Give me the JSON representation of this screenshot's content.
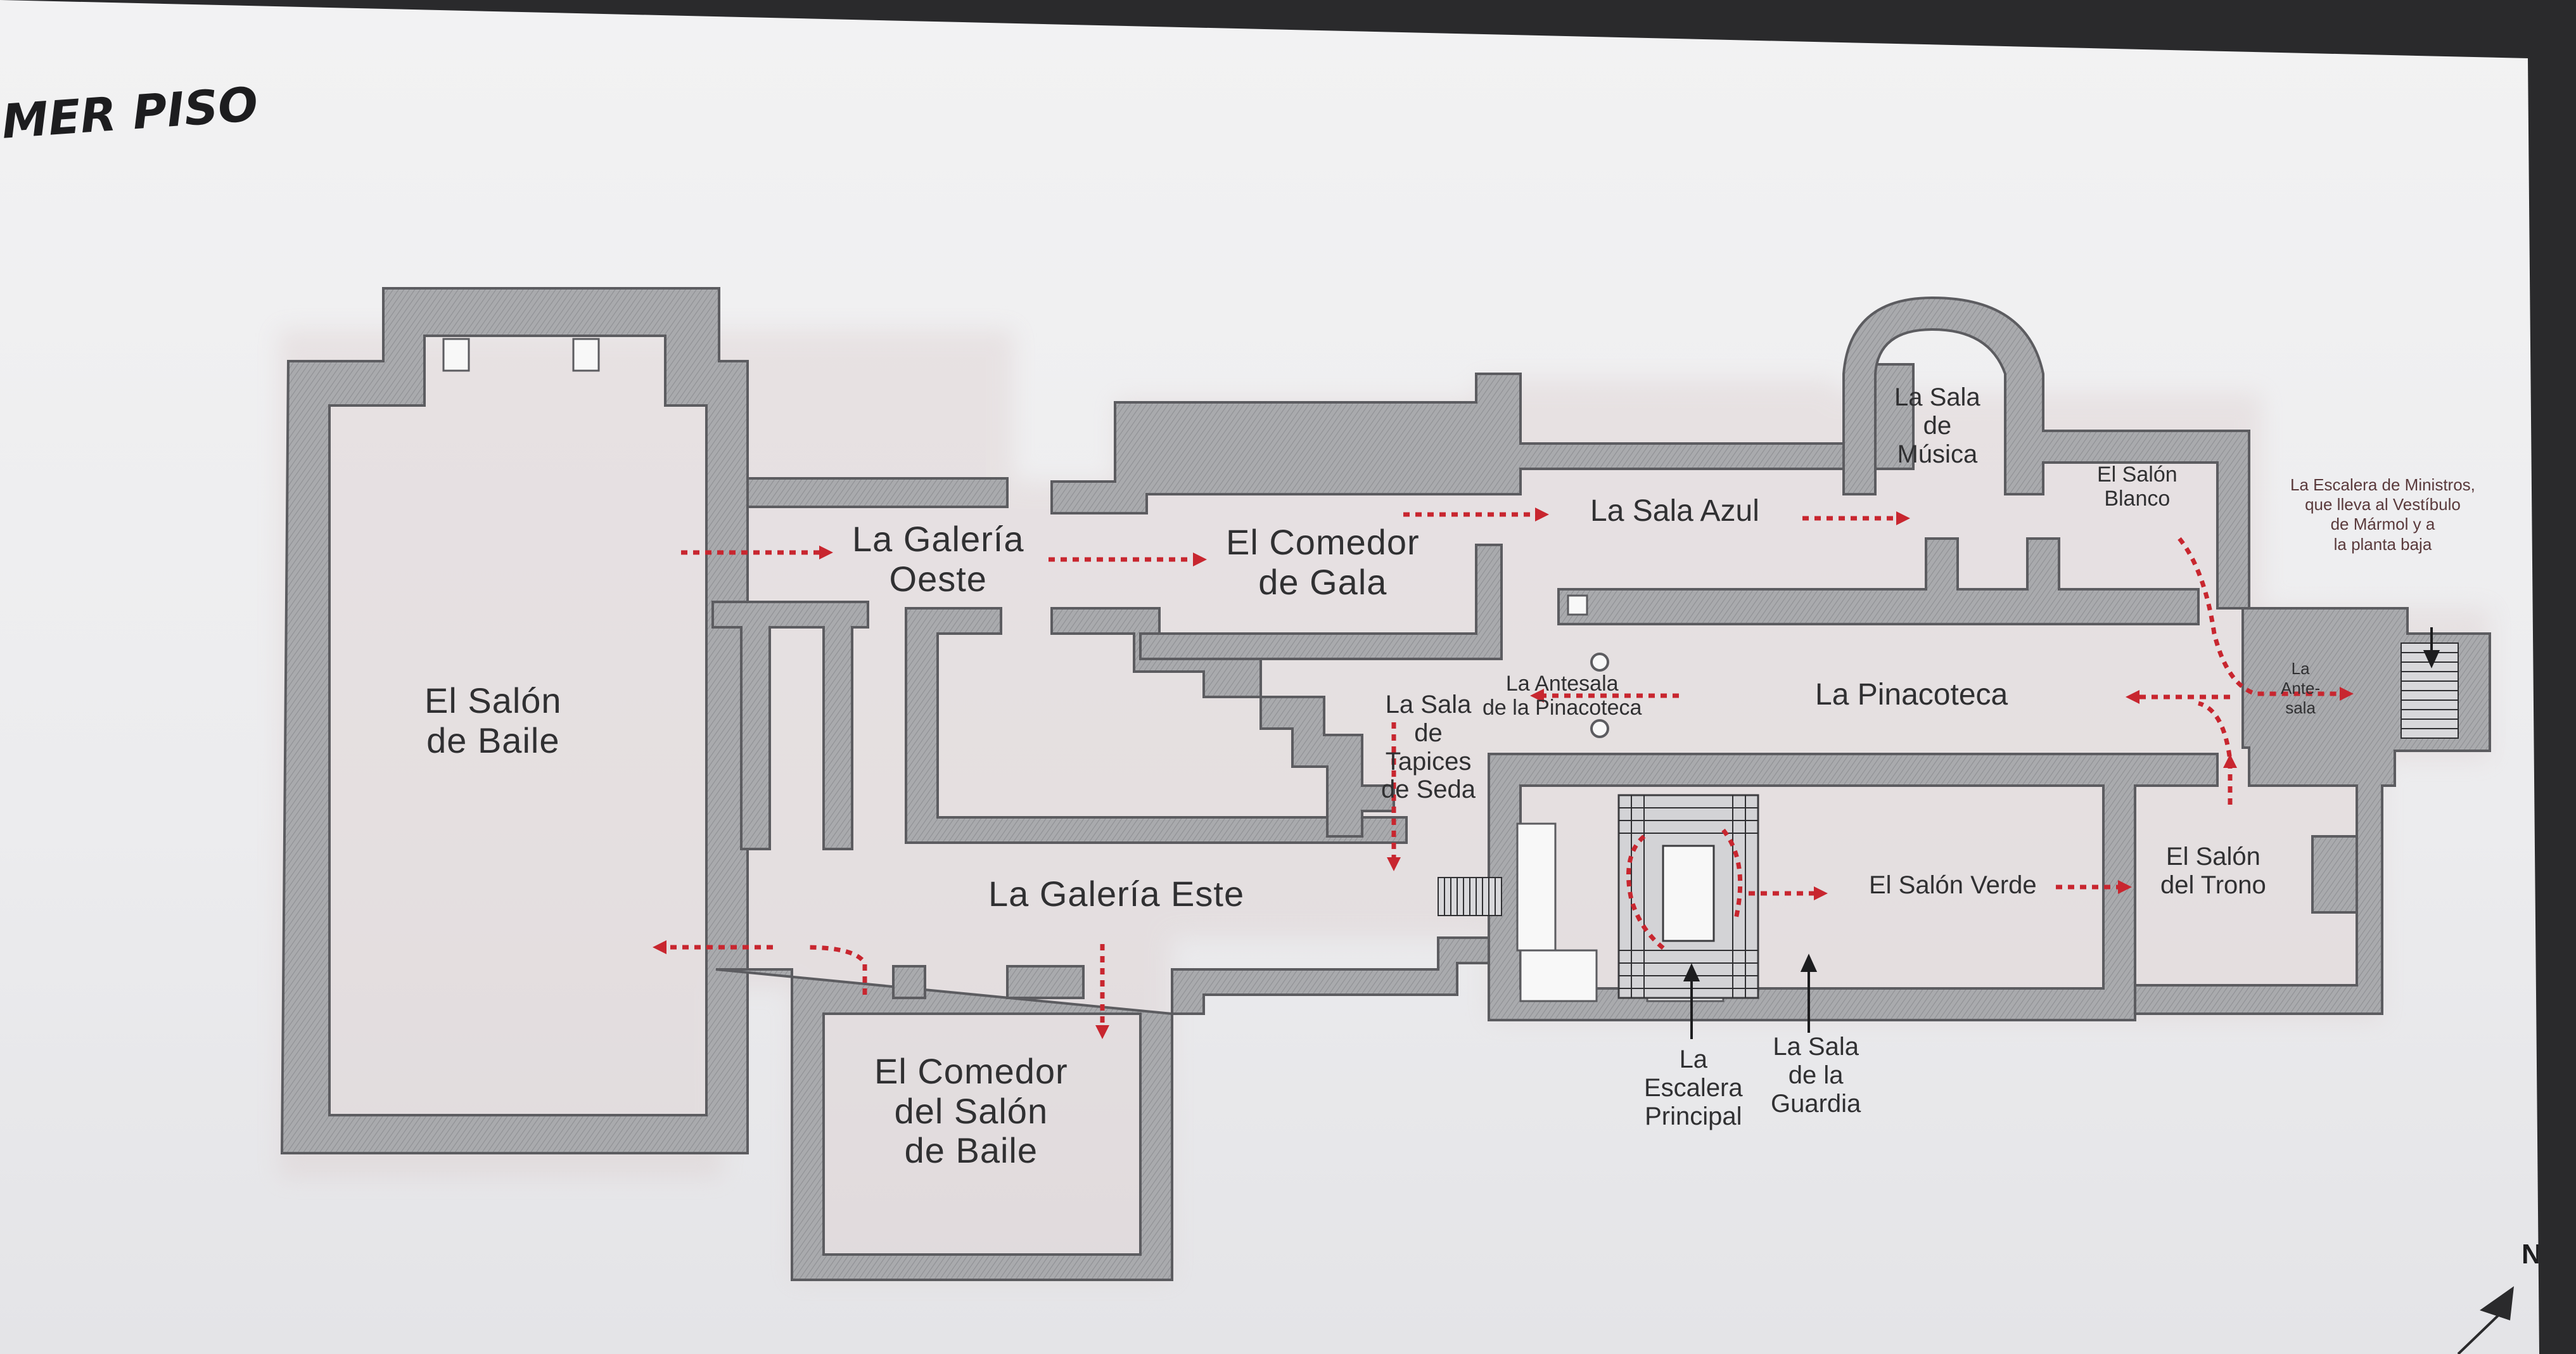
{
  "page": {
    "title": "MER PISO",
    "colors": {
      "paper": "#efeff1",
      "wall": "#a7a8ab",
      "wall_edge": "#5c5c60",
      "room": "#f8f8f8",
      "route": "#c8262f",
      "text": "#303032"
    }
  },
  "rooms": {
    "salon_baile": [
      "El Salón",
      "de Baile"
    ],
    "galeria_oeste": [
      "La Galería",
      "Oeste"
    ],
    "comedor_gala": [
      "El Comedor",
      "de Gala"
    ],
    "sala_azul": "La Sala Azul",
    "sala_musica": [
      "La Sala",
      "de",
      "Música"
    ],
    "salon_blanco": [
      "El Salón",
      "Blanco"
    ],
    "escalera_ministros": [
      "La Escalera de Ministros,",
      "que lleva al Vestíbulo",
      "de Mármol y a",
      "la planta baja"
    ],
    "antesala_derecha": [
      "La",
      "Ante-",
      "sala"
    ],
    "pinacoteca": "La Pinacoteca",
    "antesala_pinacoteca": [
      "La Antesala",
      "de la Pinacoteca"
    ],
    "sala_tapices": [
      "La Sala",
      "de",
      "Tapices",
      "de Seda"
    ],
    "galeria_este": "La Galería Este",
    "comedor_salon_baile": [
      "El Comedor",
      "del Salón",
      "de Baile"
    ],
    "salon_verde": "El Salón Verde",
    "salon_trono": [
      "El Salón",
      "del Trono"
    ],
    "escalera_principal": [
      "La",
      "Escalera",
      "Principal"
    ],
    "sala_guardia": [
      "La Sala",
      "de la",
      "Guardia"
    ]
  },
  "compass": {
    "label": "N"
  }
}
